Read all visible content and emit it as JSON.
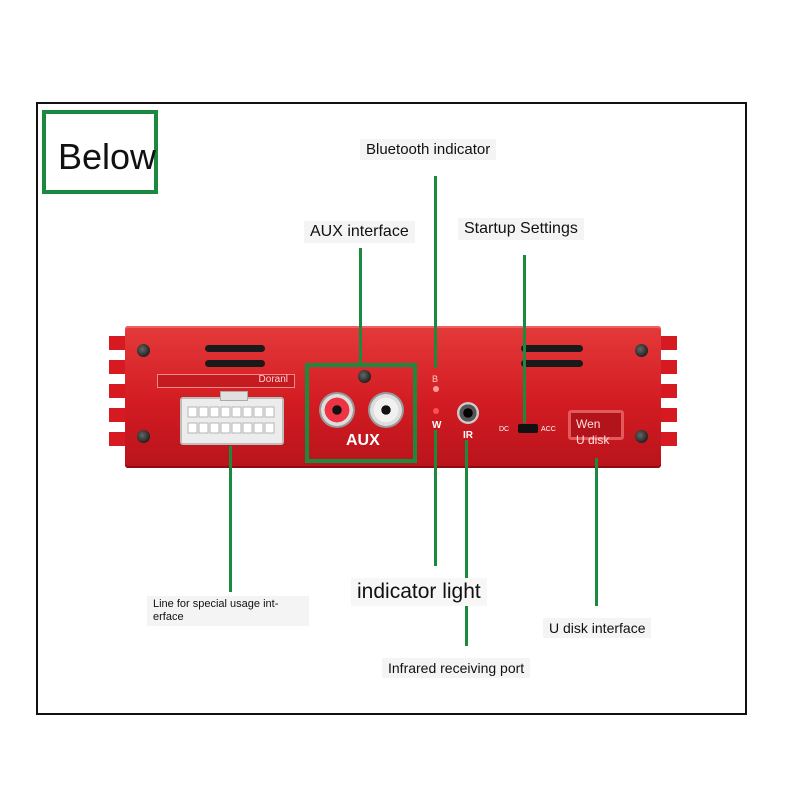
{
  "title": "Below",
  "labels": {
    "bluetooth": "Bluetooth indicator",
    "aux": "AUX interface",
    "startup": "Startup Settings",
    "special_line_1": "Line for special usage int-",
    "special_line_2": "erface",
    "indicator": "indicator light",
    "infrared": "Infrared receiving port",
    "udisk": "U disk interface"
  },
  "device": {
    "aux_label": "AUX",
    "led_b": "B",
    "led_w": "W",
    "ir_label": "IR",
    "dc_label": "DC",
    "acc_label": "ACC",
    "udisk_line_1": "Wen",
    "udisk_line_2": "U disk",
    "brand": "Doranl"
  },
  "colors": {
    "accent_green": "#1a8a3e",
    "panel_red": "#d21b22"
  }
}
